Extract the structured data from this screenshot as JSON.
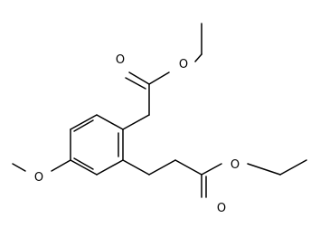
{
  "molecule": {
    "atom_labels": {
      "carbonyl_oxygen_top": "O",
      "ester_oxygen_top": "O",
      "methoxy_oxygen": "O",
      "ester_oxygen_bottom": "O",
      "carbonyl_oxygen_bottom": "O"
    }
  },
  "colors": {
    "bond": "#000000",
    "label": "#000000",
    "background": "#ffffff"
  }
}
